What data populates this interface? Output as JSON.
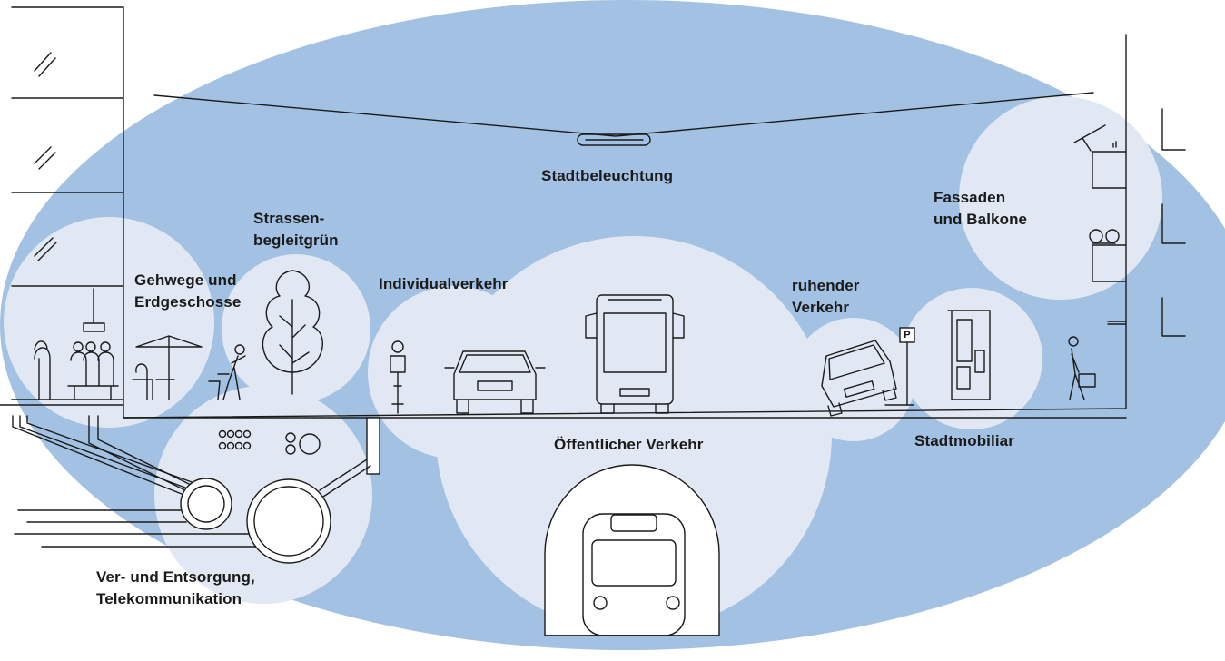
{
  "colors": {
    "background_ellipse": "#a3c1e3",
    "bubble": "#e1e8f4",
    "line": "#1a1a1a"
  },
  "labels": {
    "stadtbeleuchtung": "Stadtbeleuchtung",
    "fassaden": [
      "Fassaden",
      "und Balkone"
    ],
    "strassenbegleitgruen": [
      "Strassen-",
      "begleitgrün"
    ],
    "gehwege": [
      "Gehwege und",
      "Erdgeschosse"
    ],
    "individualverkehr": "Individualverkehr",
    "ruhender_verkehr": [
      "ruhender",
      "Verkehr"
    ],
    "oeffentlicher_verkehr": "Öffentlicher Verkehr",
    "stadtmobiliar": "Stadtmobiliar",
    "versorgung": [
      "Ver- und Entsorgung,",
      "Telekommunikation"
    ],
    "parking_sign": "P"
  },
  "icons": [
    "building-facade-icon",
    "street-lamp-icon",
    "cafe-people-icon",
    "umbrella-table-icon",
    "pedestrian-icon",
    "tree-icon",
    "cyclist-icon",
    "car-front-icon",
    "bus-front-icon",
    "parked-car-icon",
    "parking-sign-icon",
    "kiosk-icon",
    "walking-person-icon",
    "balcony-plant-icon",
    "satellite-dish-icon",
    "utility-pipe-icon",
    "subway-train-icon"
  ]
}
